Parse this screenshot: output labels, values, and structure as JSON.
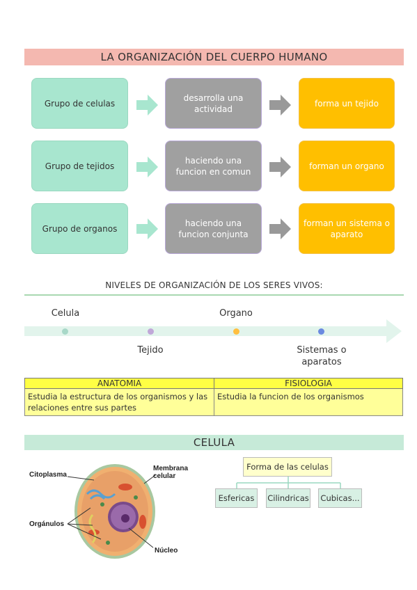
{
  "title": "LA ORGANIZACIÓN DEL CUERPO HUMANO",
  "flow_rows": [
    {
      "left": "Grupo de celulas",
      "middle": "desarrolla una actividad",
      "right": "forma un tejido"
    },
    {
      "left": "Grupo de tejidos",
      "middle": "haciendo una funcion en comun",
      "right": "forman un organo"
    },
    {
      "left": "Grupo de organos",
      "middle": "haciendo una funcion conjunta",
      "right": "forman un sistema o aparato"
    }
  ],
  "colors": {
    "green": "#a8e6cf",
    "gray": "#a0a0a0",
    "orange": "#ffbf00",
    "title_bg": "#f4b8b0",
    "arrow_green": "#a8e6cf",
    "arrow_gray": "#999999"
  },
  "levels": {
    "heading": "NIVELES DE ORGANIZACIÓN DE LOS SERES VIVOS:",
    "items": [
      {
        "label": "Celula",
        "color": "#a8d8c8"
      },
      {
        "label": "Tejido",
        "color": "#c0a8d8"
      },
      {
        "label": "Organo",
        "color": "#ffbf40"
      },
      {
        "label": "Sistemas o aparatos",
        "color": "#6a8ae0"
      }
    ]
  },
  "table": {
    "headers": [
      "ANATOMIA",
      "FISIOLOGIA"
    ],
    "cells": [
      "Estudia la estructura de los organismos y las relaciones entre sus partes",
      "Estudia la funcion de los organismos"
    ]
  },
  "celula": {
    "heading": "CELULA",
    "labels": {
      "citoplasma": "Citoplasma",
      "membrana": "Membrana celular",
      "organulos": "Orgánulos",
      "nucleo": "Núcleo"
    },
    "forma": "Forma de las celulas",
    "types": [
      "Esfericas",
      "Cilindricas",
      "Cubicas..."
    ]
  }
}
